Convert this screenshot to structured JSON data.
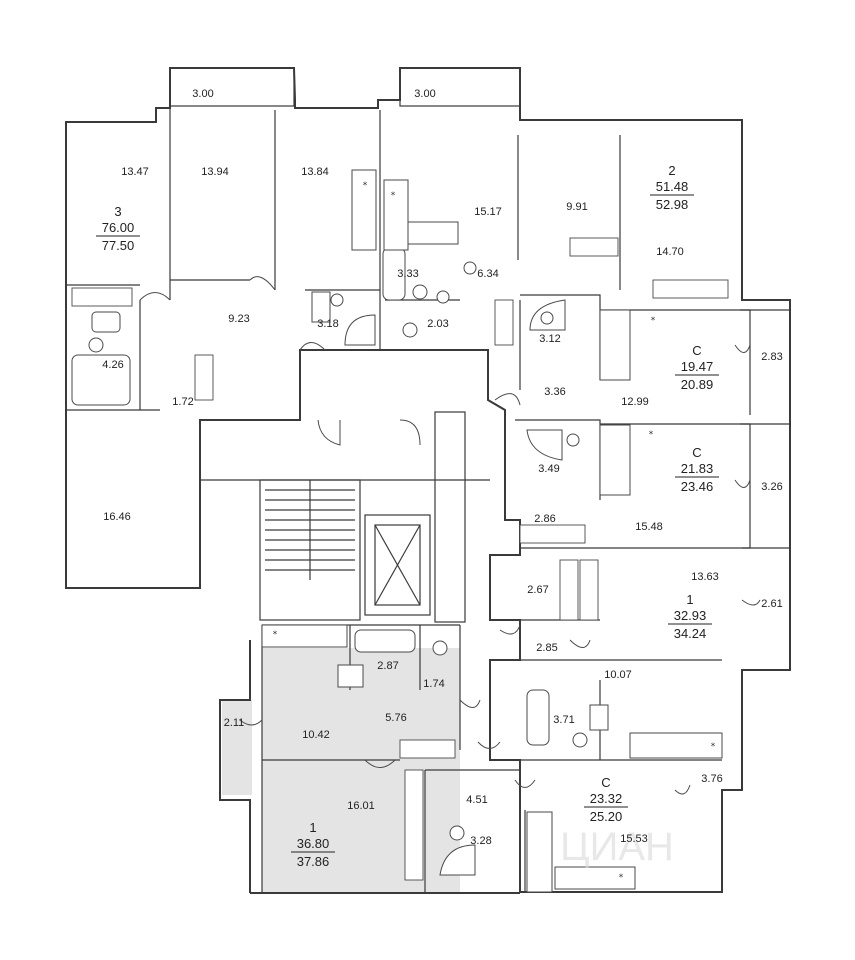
{
  "plan": {
    "balcony_labels": [
      "3.00",
      "3.00"
    ],
    "room_areas": [
      "13.47",
      "13.94",
      "13.84",
      "15.17",
      "9.91",
      "14.70",
      "9.23",
      "4.26",
      "1.72",
      "3.18",
      "3.33",
      "2.03",
      "6.34",
      "16.46",
      "3.12",
      "12.99",
      "3.36",
      "2.83",
      "3.49",
      "2.86",
      "15.48",
      "3.26",
      "13.63",
      "2.61",
      "2.67",
      "2.85",
      "10.07",
      "3.71",
      "3.76",
      "15.53",
      "2.87",
      "1.74",
      "5.76",
      "10.42",
      "2.11",
      "16.01",
      "4.51",
      "3.28"
    ],
    "apartments": [
      {
        "type": "3",
        "living_area": "76.00",
        "total_area": "77.50"
      },
      {
        "type": "2",
        "living_area": "51.48",
        "total_area": "52.98"
      },
      {
        "type": "С",
        "living_area": "19.47",
        "total_area": "20.89"
      },
      {
        "type": "С",
        "living_area": "21.83",
        "total_area": "23.46"
      },
      {
        "type": "1",
        "living_area": "32.93",
        "total_area": "34.24"
      },
      {
        "type": "С",
        "living_area": "23.32",
        "total_area": "25.20"
      },
      {
        "type": "1",
        "living_area": "36.80",
        "total_area": "37.86"
      }
    ],
    "fixture_symbol": "*",
    "watermark": "ЦИАН"
  }
}
